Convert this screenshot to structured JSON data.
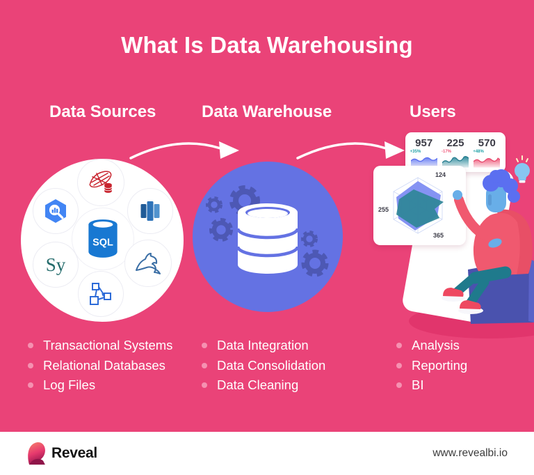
{
  "title": "What Is Data Warehousing",
  "columns": [
    {
      "header": "Data Sources",
      "items": [
        "Transactional Systems",
        "Relational Databases",
        "Log Files"
      ]
    },
    {
      "header": "Data Warehouse",
      "items": [
        "Data Integration",
        "Data Consolidation",
        "Data Cleaning"
      ]
    },
    {
      "header": "Users",
      "items": [
        "Analysis",
        "Reporting",
        "BI"
      ]
    }
  ],
  "data_sources": {
    "icons": [
      "sql-server-icon",
      "bigquery-icon",
      "amazon-redshift-icon",
      "sql-database-icon",
      "sybase-icon",
      "mysql-icon",
      "distributed-data-icon"
    ],
    "sql_label": "SQL",
    "sybase_label": "Sy"
  },
  "users_visual": {
    "kpis": [
      {
        "value": "957",
        "delta": "+35%",
        "spark_color": "#6b7ff2"
      },
      {
        "value": "225",
        "delta": "-17%",
        "spark_color": "#2e8a9b"
      },
      {
        "value": "570",
        "delta": "+48%",
        "spark_color": "#ee5d7d"
      }
    ],
    "radar_labels": [
      "124",
      "255",
      "365"
    ]
  },
  "footer": {
    "brand": "Reveal",
    "url": "www.revealbi.io"
  },
  "colors": {
    "background_pink": "#ea4378",
    "ground_shadow_pink": "#e1356c",
    "warehouse_blue": "#6472e3",
    "gear_blue": "#4d58b4",
    "bullet_dot_pink": "#f591b1",
    "kpi_text": "#3b3b46",
    "delta_up_teal": "#23a2a8",
    "delta_down_pink": "#f0587a",
    "radar_polygon_blue": "#7e8df2",
    "radar_polygon_teal": "#2f8598",
    "cube_purple": "#4a52ae",
    "hoodie_pink": "#f0596f",
    "pants_teal": "#1f7a8c",
    "skin_blue": "#68aee8",
    "hair_blue": "#5b6ff0"
  }
}
